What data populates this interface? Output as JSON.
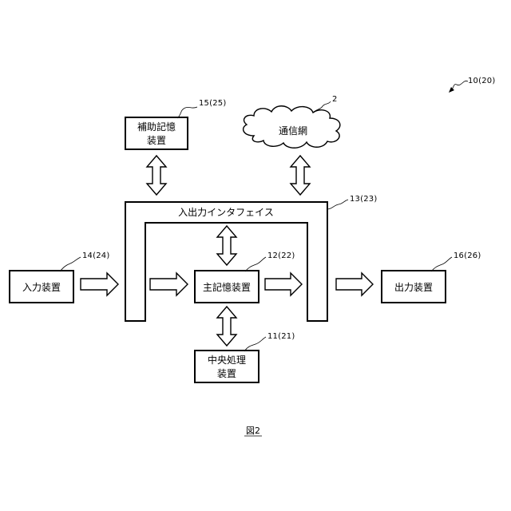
{
  "figure": {
    "caption": "図2",
    "system_ref": "10(20)"
  },
  "nodes": {
    "aux_storage": {
      "line1": "補助記憶",
      "line2": "装置",
      "ref": "15(25)"
    },
    "network": {
      "label": "通信網",
      "ref": "2"
    },
    "io_interface": {
      "label": "入出力インタフェイス",
      "ref": "13(23)"
    },
    "input_device": {
      "label": "入力装置",
      "ref": "14(24)"
    },
    "main_memory": {
      "label": "主記憶装置",
      "ref": "12(22)"
    },
    "output_device": {
      "label": "出力装置",
      "ref": "16(26)"
    },
    "cpu": {
      "line1": "中央処理",
      "line2": "装置",
      "ref": "11(21)"
    }
  }
}
